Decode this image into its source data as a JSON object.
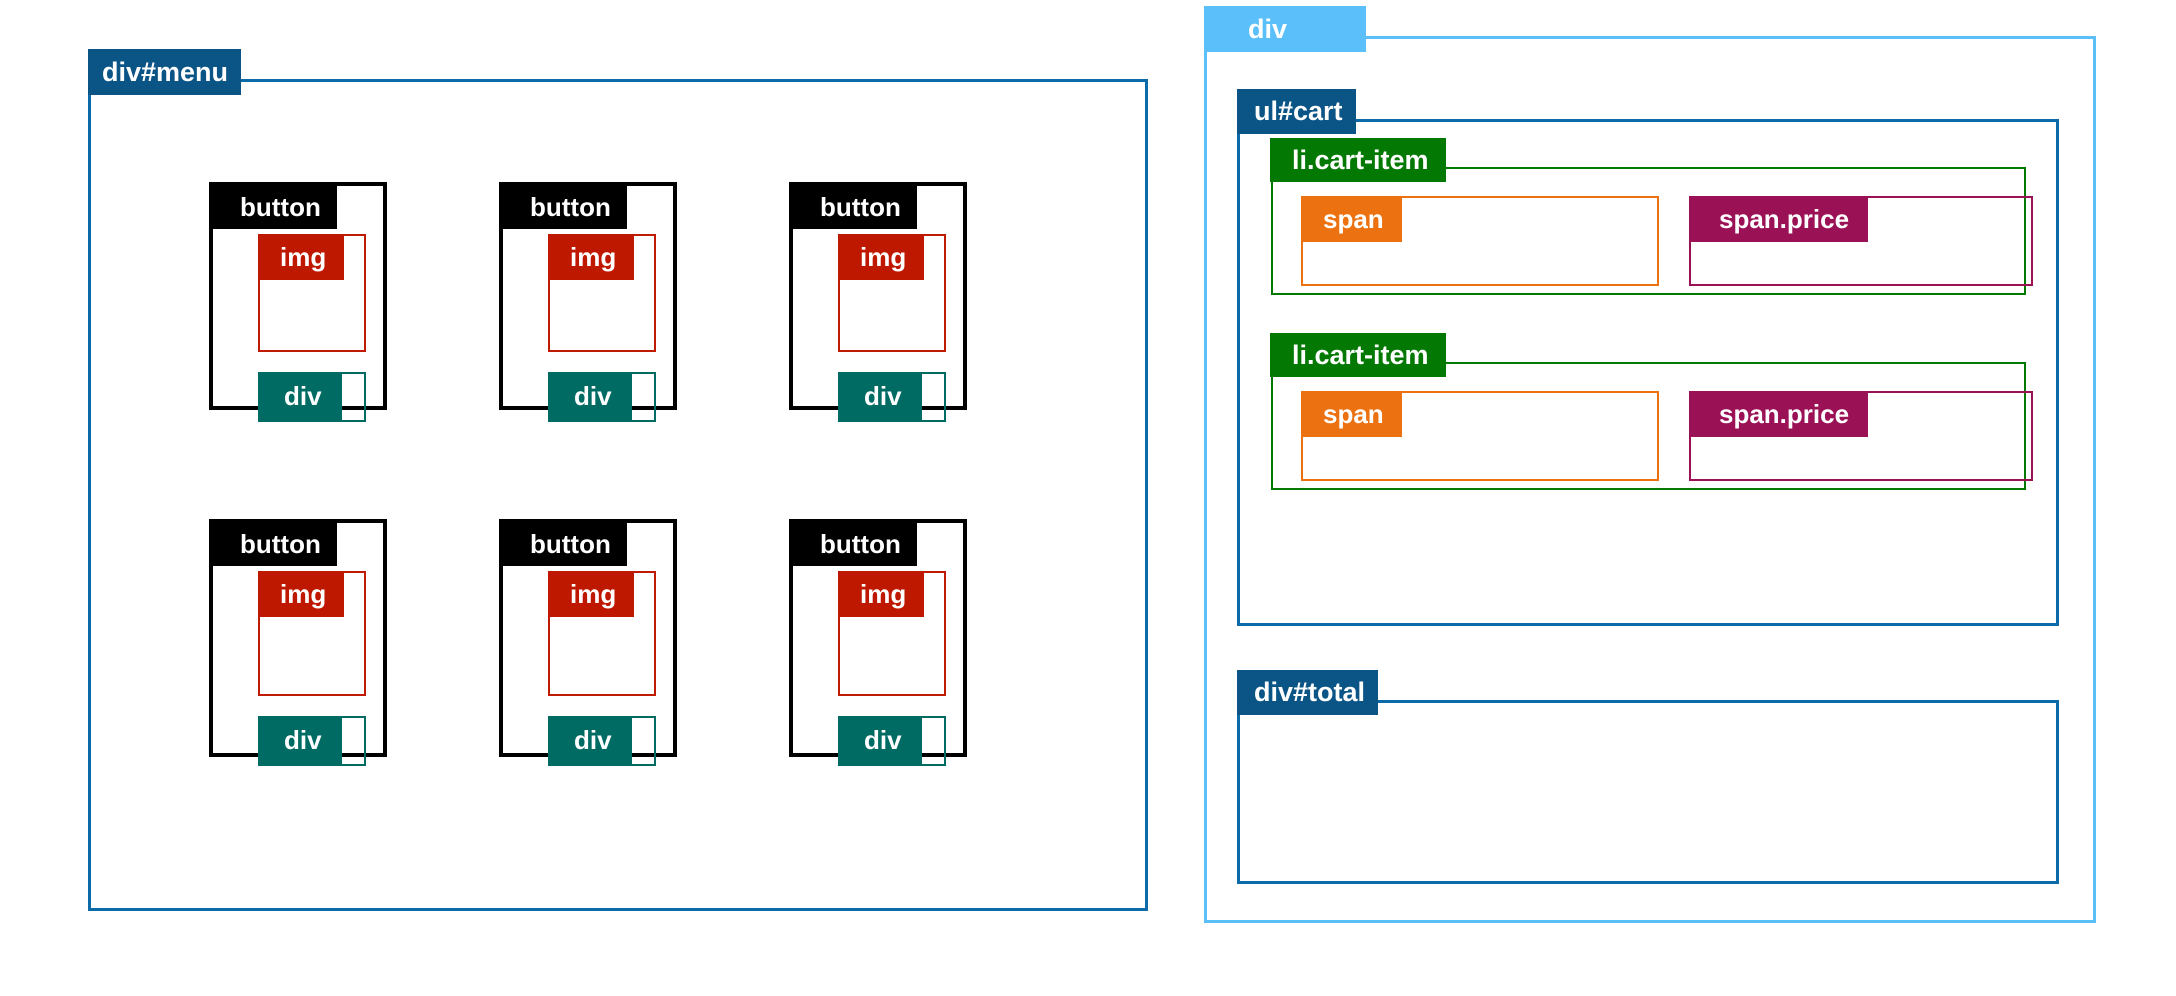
{
  "diagram": {
    "type": "dom-structure-outline",
    "background": "#ffffff",
    "palette": {
      "menu_panel_border": "#0a6ba8",
      "menu_panel_tag": "#0a5486",
      "button_tag": "#000000",
      "img_tag": "#bf1800",
      "div_tag": "#006b62",
      "outer_div_tag": "#5bc0fa",
      "cart_tag": "#0a5486",
      "cart_item_tag": "#037903",
      "span_tag": "#ec7211",
      "price_tag": "#9b1155",
      "total_tag": "#0a5486",
      "label_text": "#ffffff"
    }
  },
  "menu_panel": {
    "label": "div#menu",
    "buttons": [
      {
        "label": "button",
        "img_label": "img",
        "div_label": "div"
      },
      {
        "label": "button",
        "img_label": "img",
        "div_label": "div"
      },
      {
        "label": "button",
        "img_label": "img",
        "div_label": "div"
      },
      {
        "label": "button",
        "img_label": "img",
        "div_label": "div"
      },
      {
        "label": "button",
        "img_label": "img",
        "div_label": "div"
      },
      {
        "label": "button",
        "img_label": "img",
        "div_label": "div"
      }
    ]
  },
  "right_panel": {
    "label": "div",
    "cart": {
      "label": "ul#cart",
      "items": [
        {
          "label": "li.cart-item",
          "name_label": "span",
          "price_label": "span.price"
        },
        {
          "label": "li.cart-item",
          "name_label": "span",
          "price_label": "span.price"
        }
      ]
    },
    "total": {
      "label": "div#total"
    }
  }
}
